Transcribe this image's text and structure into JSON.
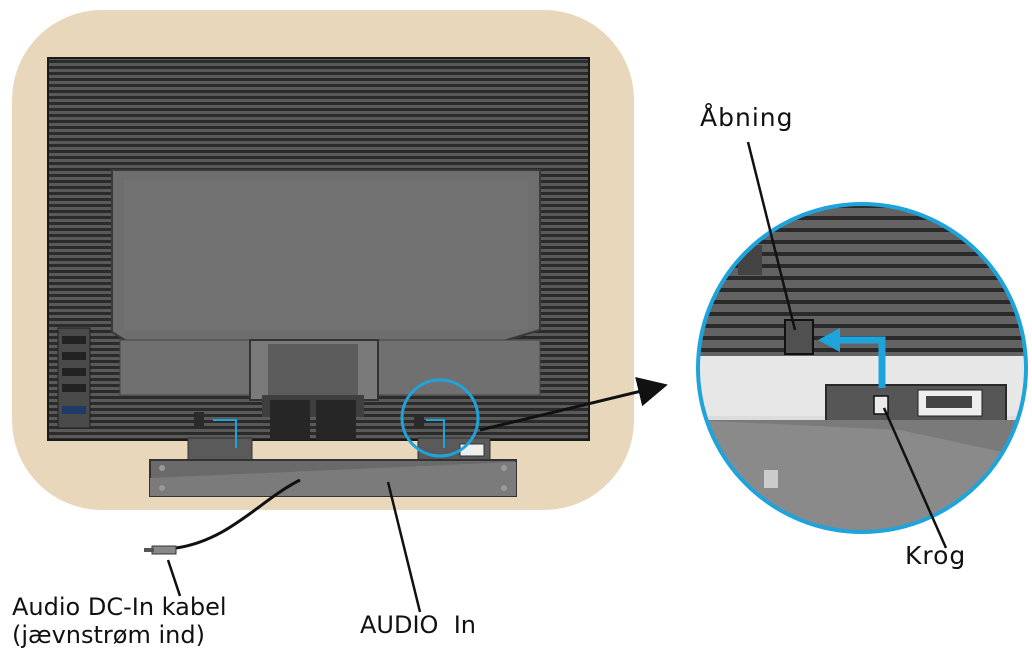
{
  "labels": {
    "abning": "Åbning",
    "krog": "Krog",
    "audio_dc_cable_line1": "Audio DC-In kabel",
    "audio_dc_cable_line2": "(jævnstrøm ind)",
    "audio_in": "AUDIO  In"
  },
  "colors": {
    "backdrop": "#e8d7bb",
    "monitor_body": "#555555",
    "monitor_panel": "#6a6a6a",
    "stripes": "#2a2a2a",
    "highlight_blue": "#1ea4db",
    "text": "#111111"
  }
}
